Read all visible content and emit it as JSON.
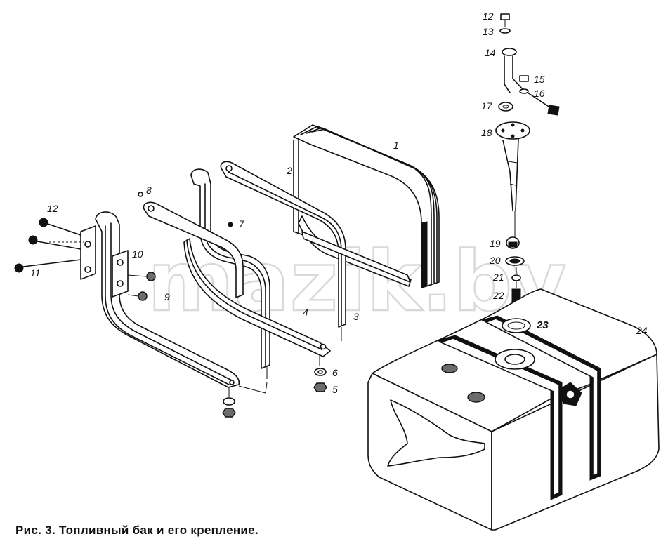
{
  "caption": "Рис. 3. Топливный бак и его крепление.",
  "watermark": "mazik.by",
  "labels": {
    "p1": "1",
    "p2": "2",
    "p3": "3",
    "p4": "4",
    "p5": "5",
    "p6": "6",
    "p7": "7",
    "p8": "8",
    "p9": "9",
    "p10": "10",
    "p11": "11",
    "p12_left": "12",
    "p12_top": "12",
    "p13": "13",
    "p14": "14",
    "p15": "15",
    "p16": "16",
    "p17": "17",
    "p18": "18",
    "p19": "19",
    "p20": "20",
    "p21": "21",
    "p22": "22",
    "p23": "23",
    "p24": "24"
  }
}
